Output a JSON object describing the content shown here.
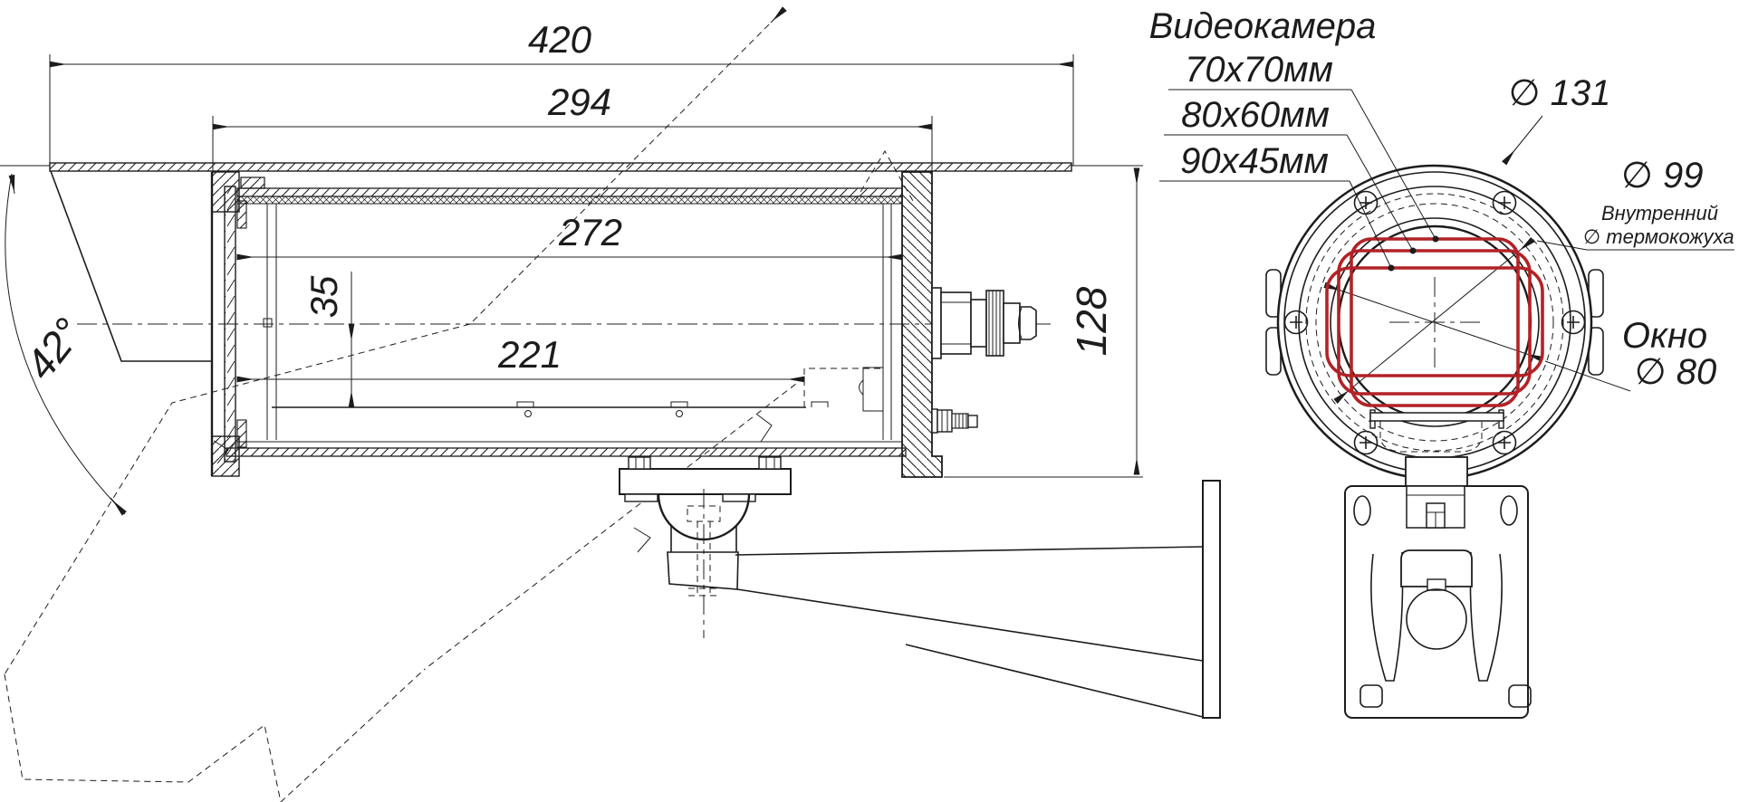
{
  "drawing": {
    "type": "technical-drawing",
    "subject": "outdoor video camera thermal housing with wall bracket, side section view and front view",
    "labels": {
      "camera_title": "Видеокамера",
      "camera_sizes": [
        "70x70мм",
        "80x60мм",
        "90x45мм"
      ],
      "outer_dia": "∅ 131",
      "inner_dia": "∅ 99",
      "inner_note1": "Внутренний",
      "inner_note2": "∅ термокожуха",
      "window_title": "Окно",
      "window_dia": "∅ 80"
    },
    "dimensions": {
      "overall_length": "420",
      "housing_length": "294",
      "internal_length": "272",
      "camera_zone_length": "221",
      "axis_offset": "35",
      "overall_height": "128",
      "view_angle": "42°"
    },
    "colors": {
      "ink": "#1c1c1c",
      "camera_envelope": "#b22227",
      "paper": "#ffffff"
    }
  }
}
